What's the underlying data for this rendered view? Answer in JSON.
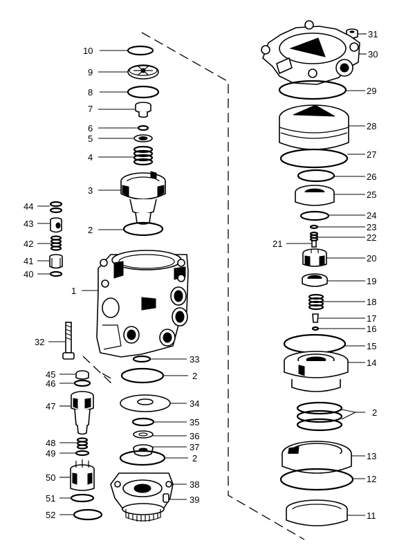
{
  "labels": {
    "p1": "1",
    "p2a": "2",
    "p2b": "2",
    "p2c": "2",
    "p2d": "2",
    "p3": "3",
    "p4": "4",
    "p5": "5",
    "p6": "6",
    "p7": "7",
    "p8": "8",
    "p9": "9",
    "p10": "10",
    "p11": "11",
    "p12": "12",
    "p13": "13",
    "p14": "14",
    "p15": "15",
    "p16": "16",
    "p17": "17",
    "p18": "18",
    "p19": "19",
    "p20": "20",
    "p21": "21",
    "p22": "22",
    "p23": "23",
    "p24": "24",
    "p25": "25",
    "p26": "26",
    "p27": "27",
    "p28": "28",
    "p29": "29",
    "p30": "30",
    "p31": "31",
    "p32": "32",
    "p33": "33",
    "p34": "34",
    "p35": "35",
    "p36": "36",
    "p37": "37",
    "p38": "38",
    "p39": "39",
    "p40": "40",
    "p41": "41",
    "p42": "42",
    "p43": "43",
    "p44": "44",
    "p45": "45",
    "p46": "46",
    "p47": "47",
    "p48": "48",
    "p49": "49",
    "p50": "50",
    "p51": "51",
    "p52": "52"
  },
  "colors": {
    "ink": "#000000",
    "paper": "#ffffff"
  }
}
